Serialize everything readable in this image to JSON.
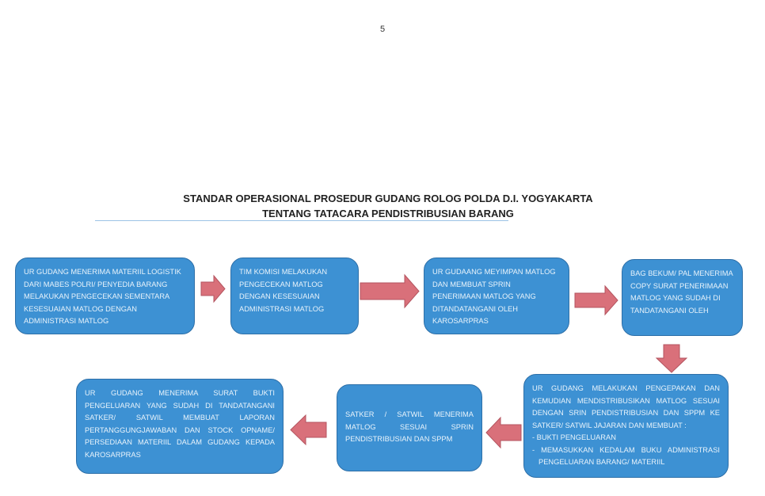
{
  "page_number": "5",
  "title_line1": "STANDAR  OPERASIONAL PROSEDUR GUDANG ROLOG POLDA D.I. YOGYAKARTA",
  "title_line2": "TENTANG TATACARA PENDISTRIBUSIAN BARANG",
  "steps": [
    {
      "text": "UR GUDANG MENERIMA MATERIIL LOGISTIK DARI MABES POLRI/ PENYEDIA BARANG MELAKUKAN PENGECEKAN SEMENTARA KESESUAIAN MATLOG DENGAN ADMINISTRASI MATLOG"
    },
    {
      "text": "TIM KOMISI MELAKUKAN PENGECEKAN MATLOG DENGAN KESESUAIAN ADMINISTRASI MATLOG"
    },
    {
      "text": "UR GUDAANG MEYIMPAN MATLOG DAN MEMBUAT SPRIN PENERIMAAN MATLOG  YANG DITANDATANGANI OLEH KAROSARPRAS"
    },
    {
      "text": "BAG BEKUM/ PAL MENERIMA COPY SURAT PENERIMAAN  MATLOG YANG SUDAH DI TANDATANGANI OLEH"
    },
    {
      "text": "UR GUDANG MELAKUKAN PENGEPAKAN DAN KEMUDIAN MENDISTRIBUSIKAN MATLOG SESUAI DENGAN SRIN PENDISTRIBUSIAN DAN SPPM KE SATKER/ SATWIL JAJARAN DAN MEMBUAT :",
      "bullets": [
        "- BUKTI PENGELUARAN",
        "- MEMASUKKAN KEDALAM BUKU ADMINISTRASI PENGELUARAN BARANG/ MATERIIL"
      ]
    },
    {
      "text": "SATKER / SATWIL MENERIMA MATLOG SESUAI SPRIN PENDISTRIBUSIAN DAN SPPM"
    },
    {
      "text": "UR GUDANG MENERIMA SURAT BUKTI PENGELUARAN YANG SUDAH DI TANDATANGANI SATKER/ SATWIL MEMBUAT LAPORAN PERTANGGUNGJAWABAN DAN STOCK OPNAME/ PERSEDIAAN MATERIIL DALAM GUDANG KEPADA KAROSARPRAS"
    }
  ],
  "colors": {
    "box": "#3d91d3",
    "arrow": "#d9707a"
  }
}
